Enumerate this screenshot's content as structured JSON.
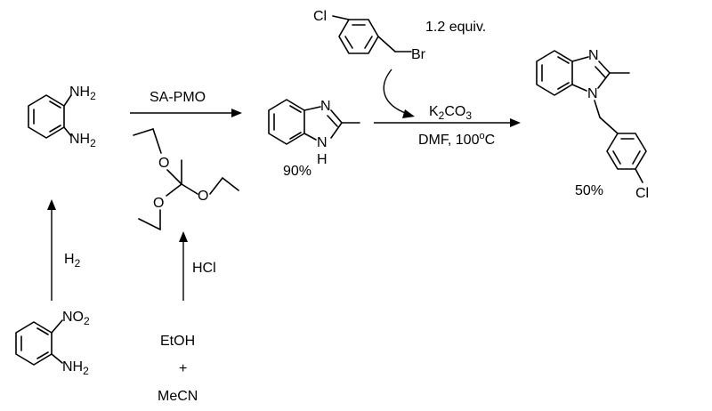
{
  "reagents": {
    "sa_pmo": "SA-PMO",
    "h2": "H",
    "h2_sub": "2",
    "hcl": "HCl",
    "etoh": "EtOH",
    "plus": "+",
    "mecn": "MeCN",
    "equiv": "1.2 equiv.",
    "k2co3_k": "K",
    "k2co3_2": "2",
    "k2co3_co": "CO",
    "k2co3_3": "3",
    "dmf": "DMF, 100",
    "dmf_deg": "o",
    "dmf_c": "C"
  },
  "yields": {
    "benzimidazole": "90%",
    "product": "50%"
  },
  "atoms": {
    "nh": "NH",
    "two": "2",
    "no": "NO",
    "n": "N",
    "h": "H",
    "o": "O",
    "cl": "Cl",
    "br": "Br"
  }
}
